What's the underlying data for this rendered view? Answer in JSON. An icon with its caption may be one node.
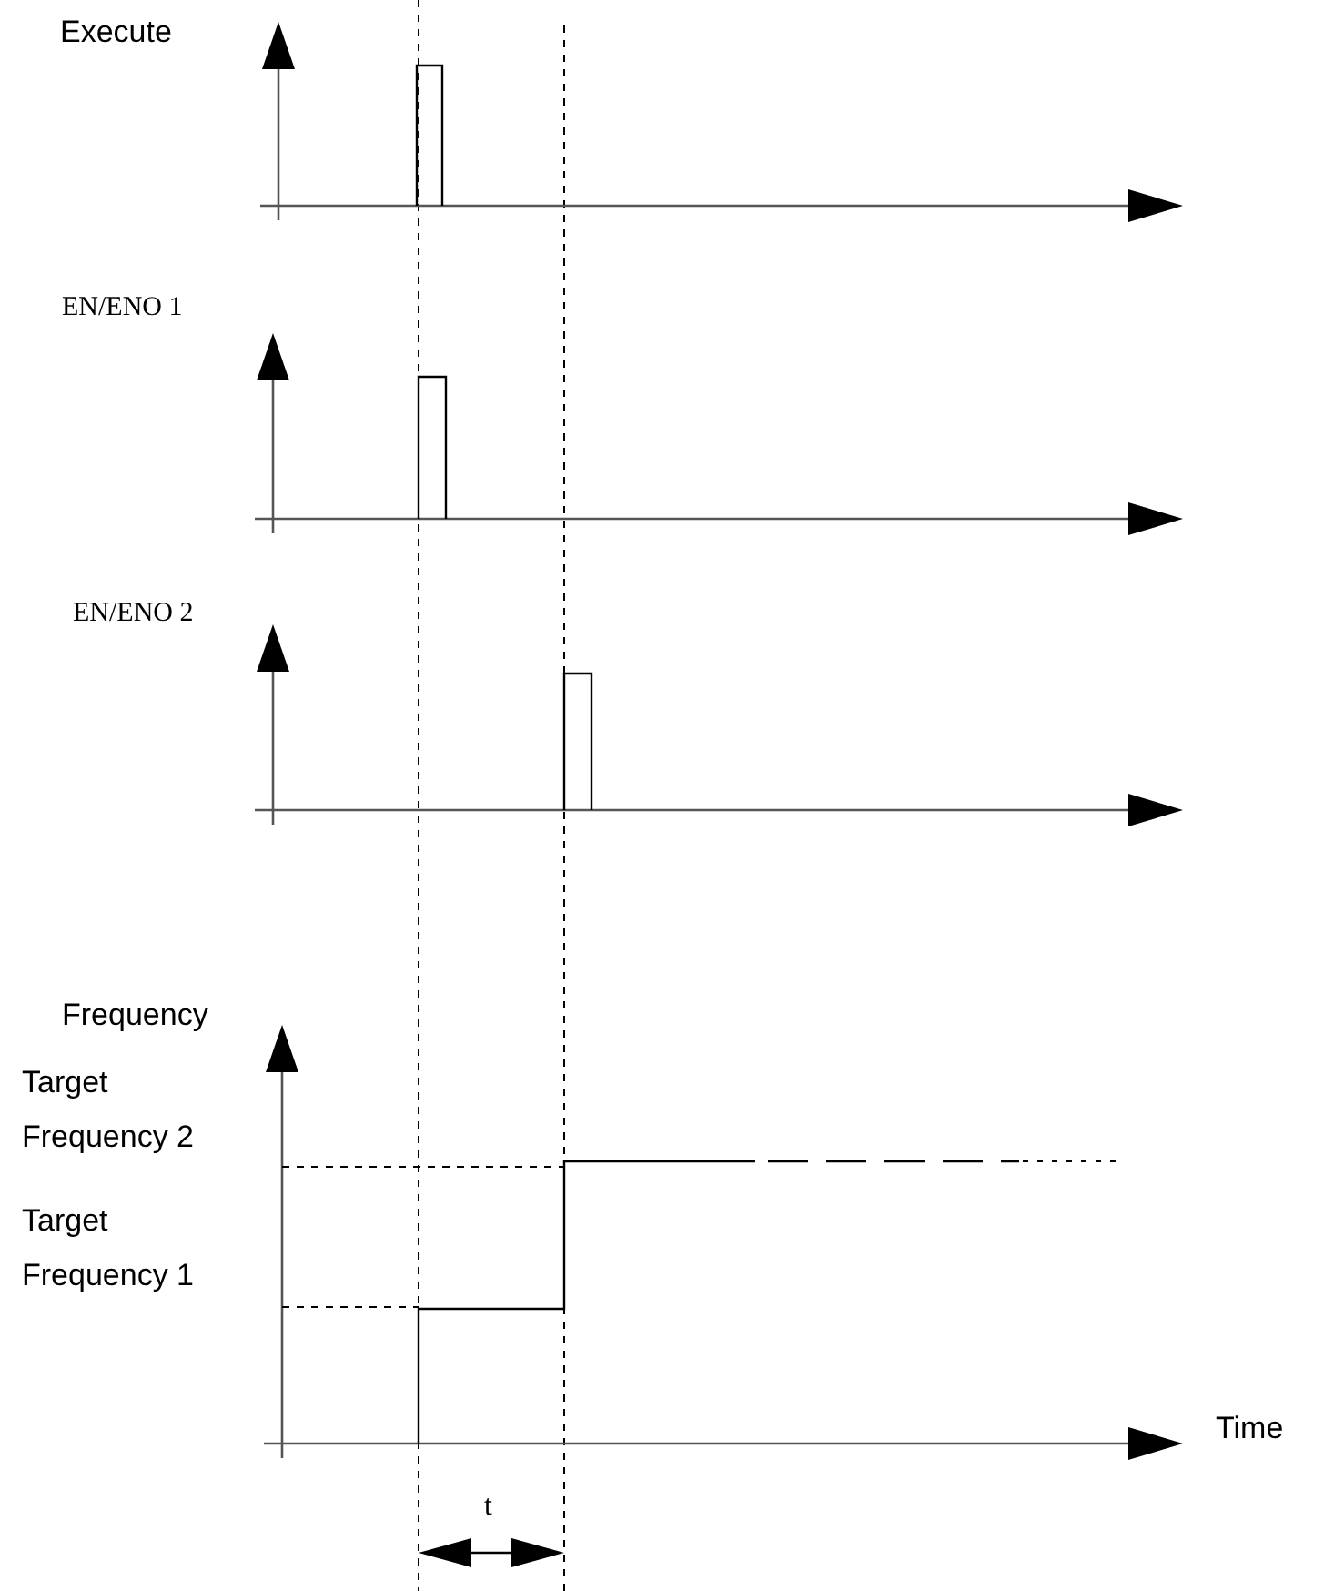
{
  "diagram": {
    "labels": [
      "Execute",
      "EN/ENO 1",
      "EN/ENO 2",
      "Frequency",
      "Target Frequency 2",
      "Target Frequency 1",
      "Time",
      "t"
    ]
  }
}
